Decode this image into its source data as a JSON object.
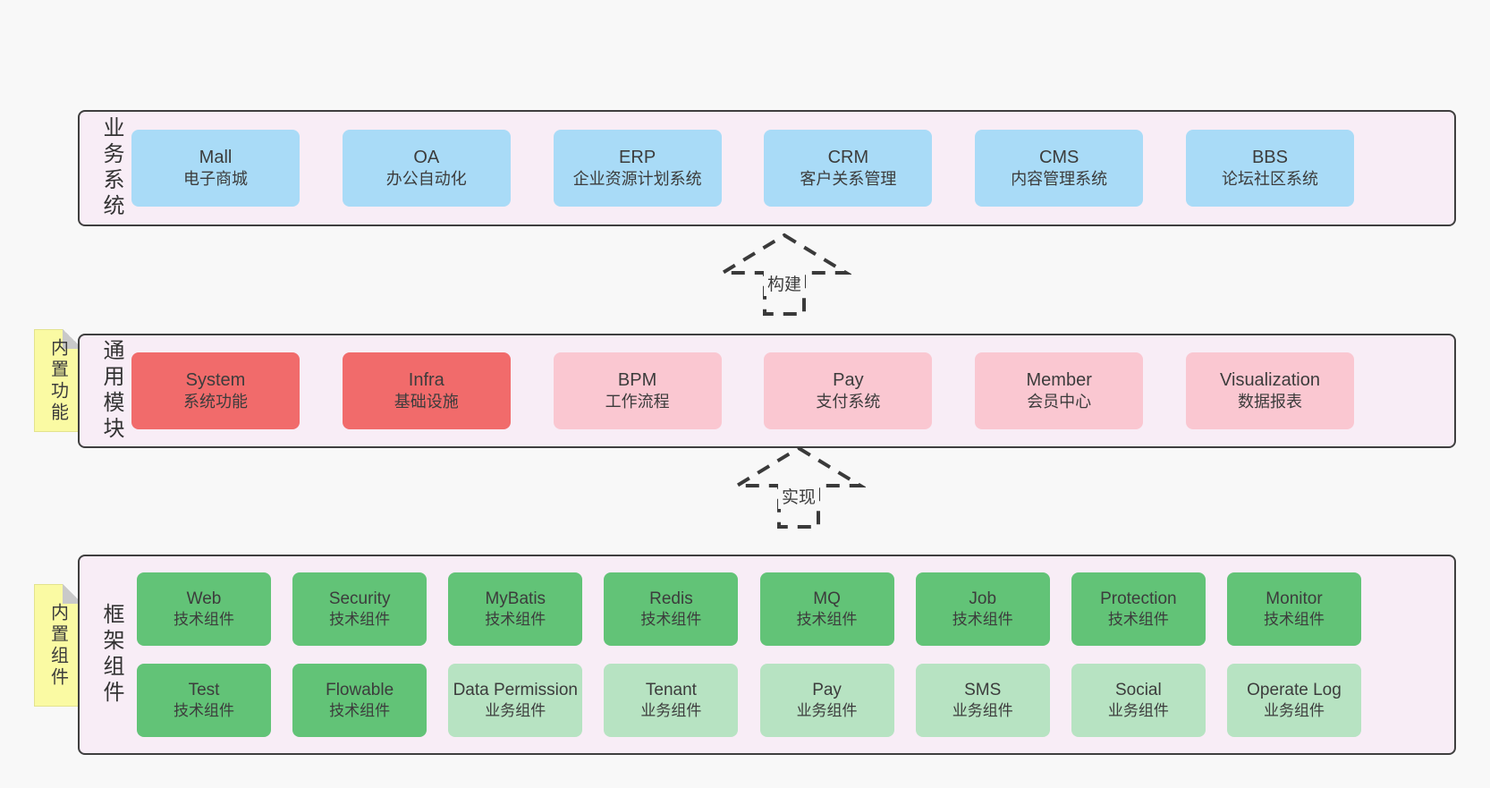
{
  "palette": {
    "page_bg": "#f8f8f8",
    "panel_bg": "#f8edf6",
    "panel_border": "#3f3f3f",
    "blue_box": "#a9dbf7",
    "red_box": "#f16b6b",
    "pink_box": "#fac7d1",
    "green_box": "#62c377",
    "light_green_box": "#b7e3c2",
    "note_bg": "#fafaa3",
    "text": "#3c3c3c"
  },
  "arrows": [
    {
      "label": "构建"
    },
    {
      "label": "实现"
    }
  ],
  "sections": {
    "business": {
      "label": "业务系统",
      "boxes": [
        {
          "name": "Mall",
          "desc": "电子商城"
        },
        {
          "name": "OA",
          "desc": "办公自动化"
        },
        {
          "name": "ERP",
          "desc": "企业资源计划系统"
        },
        {
          "name": "CRM",
          "desc": "客户关系管理"
        },
        {
          "name": "CMS",
          "desc": "内容管理系统"
        },
        {
          "name": "BBS",
          "desc": "论坛社区系统"
        }
      ]
    },
    "modules": {
      "label": "通用模块",
      "note": "内置功能",
      "boxes": [
        {
          "name": "System",
          "desc": "系统功能"
        },
        {
          "name": "Infra",
          "desc": "基础设施"
        },
        {
          "name": "BPM",
          "desc": "工作流程"
        },
        {
          "name": "Pay",
          "desc": "支付系统"
        },
        {
          "name": "Member",
          "desc": "会员中心"
        },
        {
          "name": "Visualization",
          "desc": "数据报表"
        }
      ]
    },
    "framework": {
      "label": "框架组件",
      "note": "内置组件",
      "row1": [
        {
          "name": "Web",
          "desc": "技术组件"
        },
        {
          "name": "Security",
          "desc": "技术组件"
        },
        {
          "name": "MyBatis",
          "desc": "技术组件"
        },
        {
          "name": "Redis",
          "desc": "技术组件"
        },
        {
          "name": "MQ",
          "desc": "技术组件"
        },
        {
          "name": "Job",
          "desc": "技术组件"
        },
        {
          "name": "Protection",
          "desc": "技术组件"
        },
        {
          "name": "Monitor",
          "desc": "技术组件"
        }
      ],
      "row2": [
        {
          "name": "Test",
          "desc": "技术组件"
        },
        {
          "name": "Flowable",
          "desc": "技术组件"
        },
        {
          "name": "Data Permission",
          "desc": "业务组件"
        },
        {
          "name": "Tenant",
          "desc": "业务组件"
        },
        {
          "name": "Pay",
          "desc": "业务组件"
        },
        {
          "name": "SMS",
          "desc": "业务组件"
        },
        {
          "name": "Social",
          "desc": "业务组件"
        },
        {
          "name": "Operate Log",
          "desc": "业务组件"
        }
      ]
    }
  }
}
